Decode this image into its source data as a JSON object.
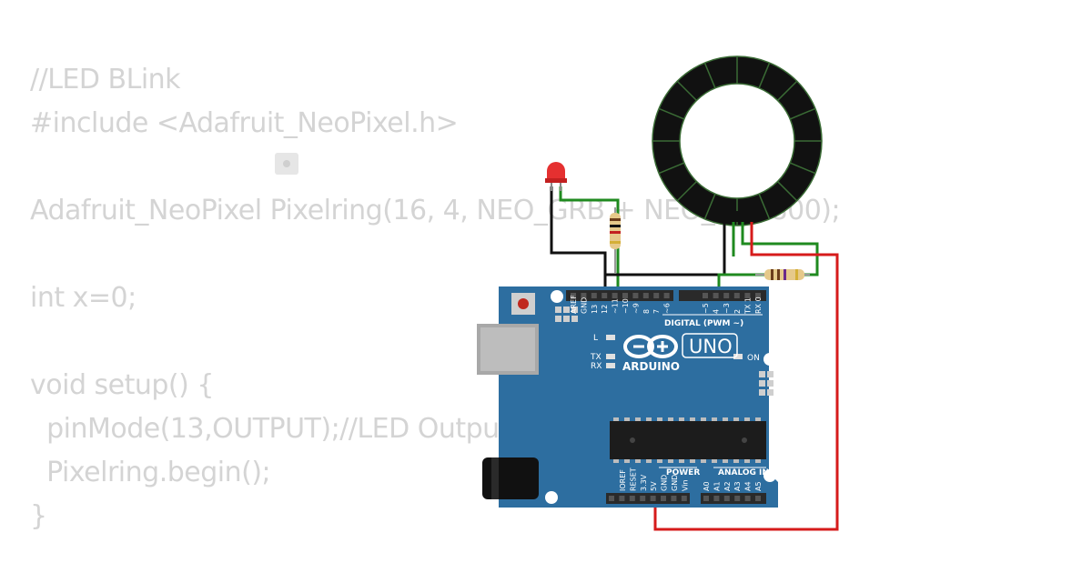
{
  "code": {
    "lines": [
      "//LED BLink",
      "#include <Adafruit_NeoPixel.h>",
      "",
      "Adafruit_NeoPixel Pixelring(16, 4, NEO_GRB + NEO_KHZ800);",
      "",
      "int x=0;",
      "",
      "void setup() {",
      "  pinMode(13,OUTPUT);//LED Output",
      "  Pixelring.begin();",
      "}"
    ]
  },
  "board": {
    "name": "UNO",
    "brand": "ARDUINO",
    "digital_label": "DIGITAL (PWM ~)",
    "power_label": "POWER",
    "analog_label": "ANALOG IN",
    "led_l": "L",
    "led_tx": "TX",
    "led_rx": "RX",
    "on_label": "ON",
    "pins_digital": [
      "AREF",
      "GND",
      "13",
      "12",
      "~11",
      "~10",
      "~9",
      "8",
      "7",
      "~6",
      "~5",
      "4",
      "~3",
      "2",
      "TX 1",
      "RX 0"
    ],
    "pins_power": [
      "IOREF",
      "RESET",
      "3.3V",
      "5V",
      "GND",
      "GND",
      "Vin"
    ],
    "pins_analog": [
      "A0",
      "A1",
      "A2",
      "A3",
      "A4",
      "A5"
    ]
  },
  "colors": {
    "board": "#2d6ea0",
    "ring": "#111111",
    "ring_segments": "#3a6b35",
    "wire_green": "#1f8a1f",
    "wire_black": "#111111",
    "wire_red": "#d61b1b",
    "led": "#e53030"
  }
}
